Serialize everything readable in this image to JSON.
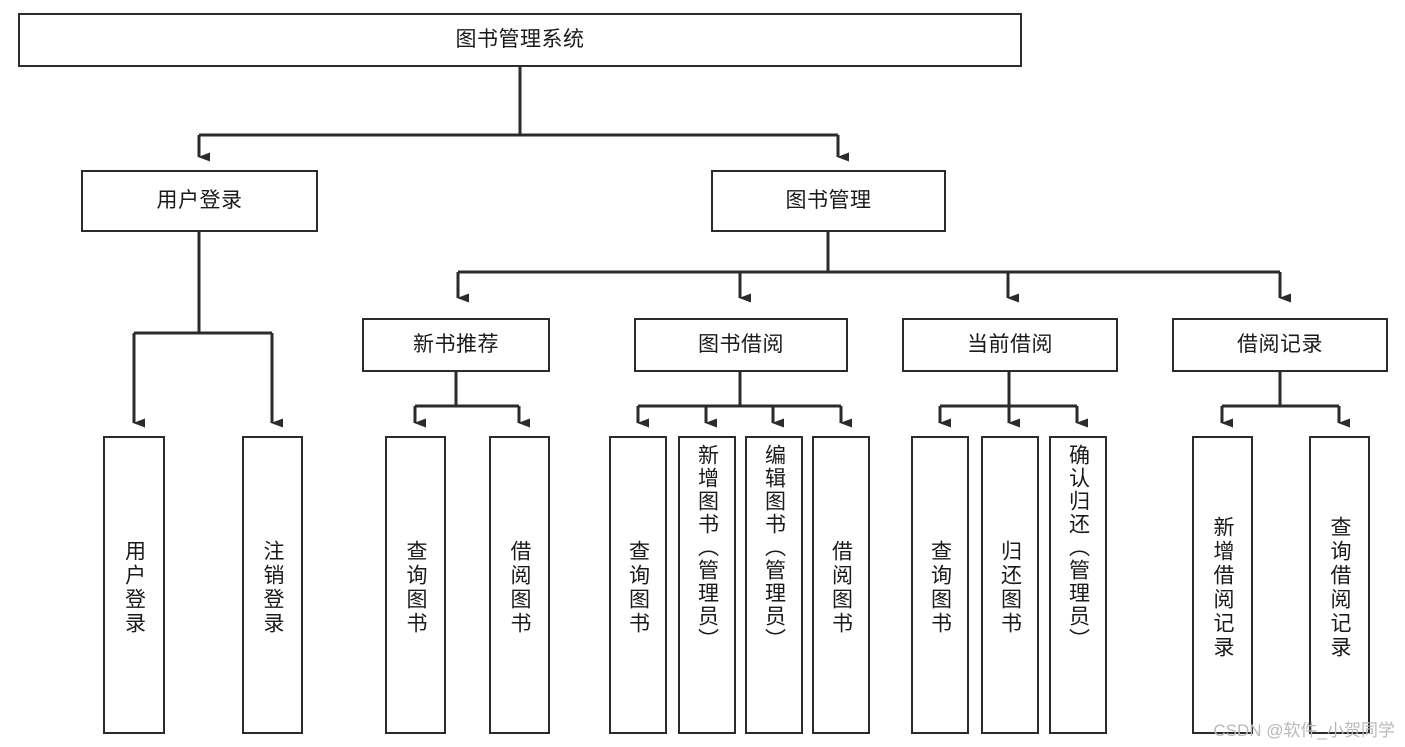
{
  "diagram": {
    "title": "图书管理系统",
    "root": {
      "id": "root",
      "label": "图书管理系统"
    },
    "level2": [
      {
        "id": "user-login",
        "label": "用户登录"
      },
      {
        "id": "book-management",
        "label": "图书管理"
      }
    ],
    "level3": [
      {
        "id": "new-book-recommend",
        "label": "新书推荐"
      },
      {
        "id": "book-borrow",
        "label": "图书借阅"
      },
      {
        "id": "current-borrow",
        "label": "当前借阅"
      },
      {
        "id": "borrow-record",
        "label": "借阅记录"
      }
    ],
    "leaves": {
      "user_login": [
        {
          "id": "leaf-user-login",
          "label": "用户登录"
        },
        {
          "id": "leaf-logout-login",
          "label": "注销登录"
        }
      ],
      "new_book_recommend": [
        {
          "id": "leaf-query-book-1",
          "label": "查询图书"
        },
        {
          "id": "leaf-borrow-book-1",
          "label": "借阅图书"
        }
      ],
      "book_borrow": [
        {
          "id": "leaf-query-book-2",
          "label": "查询图书"
        },
        {
          "id": "leaf-add-book",
          "label": "新增图书（管理员）"
        },
        {
          "id": "leaf-edit-book",
          "label": "编辑图书（管理员）"
        },
        {
          "id": "leaf-borrow-book-2",
          "label": "借阅图书"
        }
      ],
      "current_borrow": [
        {
          "id": "leaf-query-book-3",
          "label": "查询图书"
        },
        {
          "id": "leaf-return-book",
          "label": "归还图书"
        },
        {
          "id": "leaf-confirm-return",
          "label": "确认归还（管理员）"
        }
      ],
      "borrow_record": [
        {
          "id": "leaf-add-record",
          "label": "新增借阅记录"
        },
        {
          "id": "leaf-query-record",
          "label": "查询借阅记录"
        }
      ]
    },
    "watermark": "CSDN @软件_小贺同学",
    "colors": {
      "stroke": "#2b2b2b",
      "box_fill": "#ffffff",
      "text": "#1a1a1a",
      "watermark": "#b9b9b9",
      "background": "#ffffff"
    }
  }
}
